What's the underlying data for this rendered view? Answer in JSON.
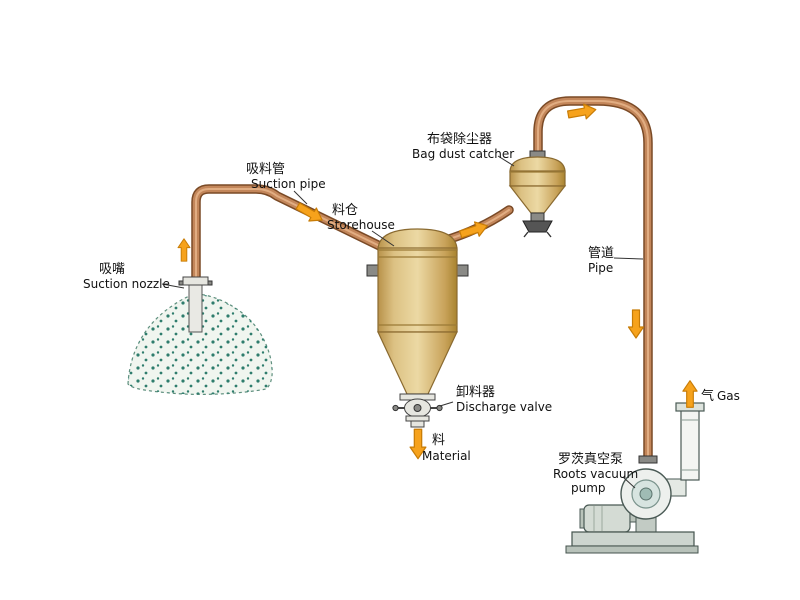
{
  "colors": {
    "pipe_dark": "#7a4a26",
    "pipe_mid": "#c3865a",
    "pipe_light": "#e6b489",
    "tank_light": "#ecd9a4",
    "tank_mid": "#d6b979",
    "tank_dark": "#a8832f",
    "arrow_fill": "#f6a21c",
    "arrow_stroke": "#c87c06",
    "pile_dot": "#2f7d6d"
  },
  "labels": {
    "suction_pipe": {
      "zh": "吸料管",
      "en": "Suction pipe"
    },
    "bag_dust_catcher": {
      "zh": "布袋除尘器",
      "en": "Bag dust catcher"
    },
    "storehouse": {
      "zh": "料仓",
      "en": "Storehouse"
    },
    "suction_nozzle": {
      "zh": "吸嘴",
      "en": "Suction nozzle"
    },
    "pipe": {
      "zh": "管道",
      "en": "Pipe"
    },
    "discharge_valve": {
      "zh": "卸料器",
      "en": "Discharge valve"
    },
    "material": {
      "zh": "料",
      "en": "Material"
    },
    "gas": {
      "zh": "气",
      "en": "Gas"
    },
    "roots_vacuum_pump": {
      "zh": "罗茨真空泵",
      "en_line1": "Roots vacuum",
      "en_line2": "pump"
    }
  }
}
